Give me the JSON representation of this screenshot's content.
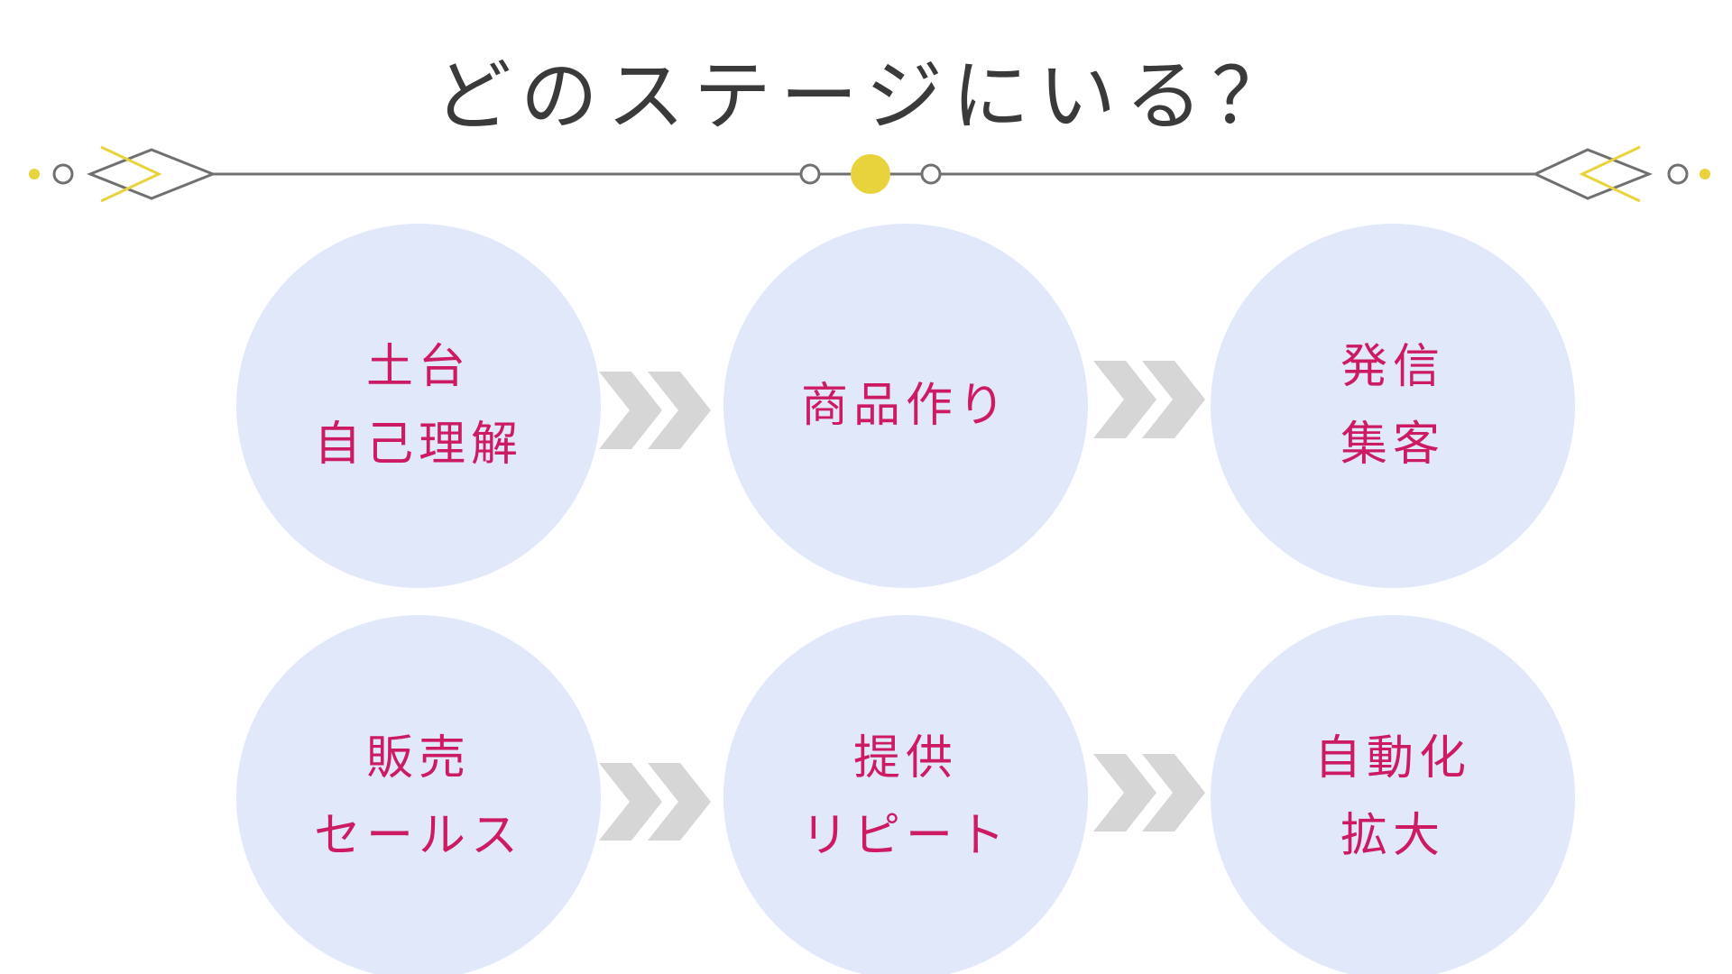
{
  "title": "どのステージにいる？",
  "colors": {
    "circle_fill": "#e0e8fa",
    "stage_text": "#cc1a63",
    "chevron": "#d6d6d6",
    "line": "#707070",
    "accent": "#e9d33c",
    "title_text": "#3a3a3a"
  },
  "stages": [
    {
      "lines": [
        "土台",
        "自己理解"
      ]
    },
    {
      "lines": [
        "商品作り"
      ]
    },
    {
      "lines": [
        "発信",
        "集客"
      ]
    },
    {
      "lines": [
        "販売",
        "セールス"
      ]
    },
    {
      "lines": [
        "提供",
        "リピート"
      ]
    },
    {
      "lines": [
        "自動化",
        "拡大"
      ]
    }
  ]
}
